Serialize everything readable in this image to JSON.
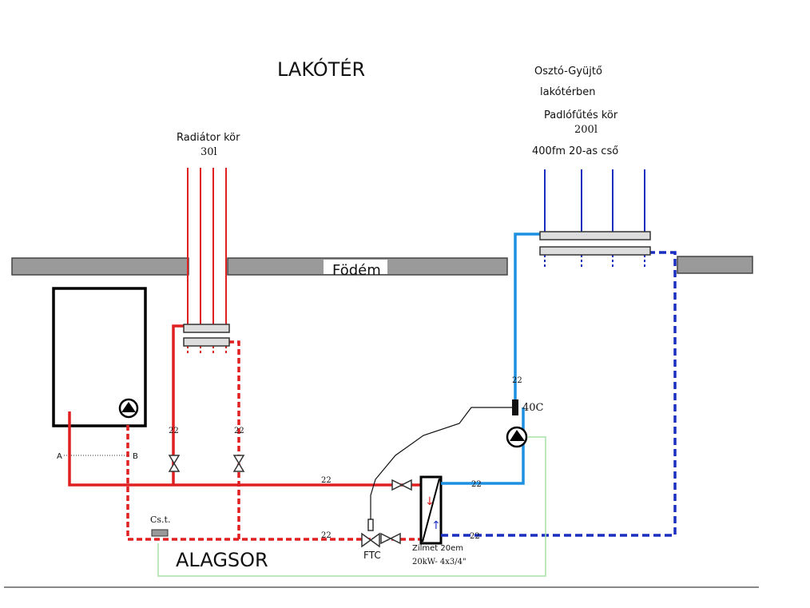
{
  "labels": {
    "living_space": "LAKÓTÉR",
    "basement": "ALAGSOR",
    "slab": "Födém",
    "radiator_circuit": "Radiátor kör",
    "radiator_volume": "30l",
    "manifold_title": "Osztó-Gyüjtő",
    "manifold_location": "lakótérben",
    "floor_heating_circuit": "Padlófűtés kör",
    "floor_heating_volume": "200l",
    "pipe_spec": "400fm 20-as cső",
    "point_a": "A",
    "point_b": "B",
    "pipe_size": "22",
    "sensor_temp": "40C",
    "safety_valve": "Cs.t.",
    "ftc": "FTC",
    "exchanger_name": "Zilmet 20em",
    "exchanger_spec": "20kW- 4x3/4\""
  },
  "colors": {
    "supply": "#e02020",
    "return": "#e02020",
    "floor_supply": "#1e90e0",
    "floor_return": "#1a2fbf",
    "slab": "#9a9a9a",
    "control_wire": "#a8e0a8"
  }
}
